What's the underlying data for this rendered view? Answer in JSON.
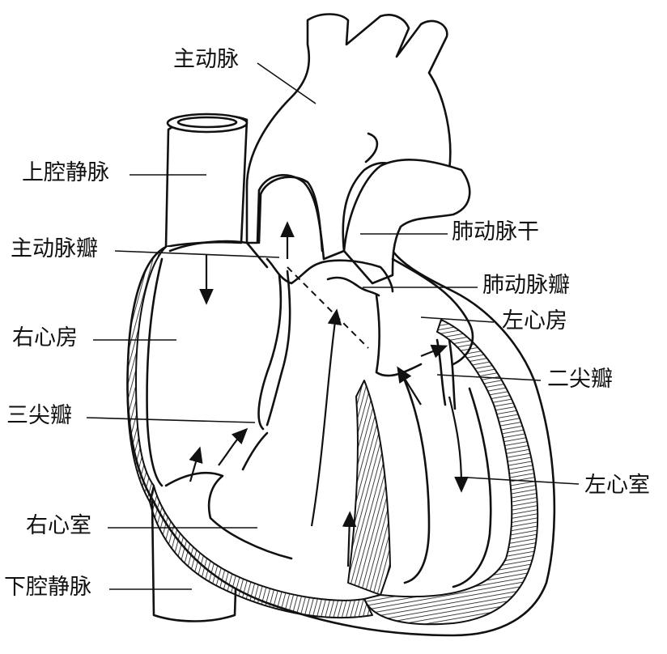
{
  "labels": {
    "aorta": "主动脉",
    "superior_vena_cava": "上腔静脉",
    "aortic_valve": "主动脉瓣",
    "right_atrium": "右心房",
    "tricuspid_valve": "三尖瓣",
    "right_ventricle": "右心室",
    "inferior_vena_cava": "下腔静脉",
    "pulmonary_trunk": "肺动脉干",
    "pulmonary_valve": "肺动脉瓣",
    "left_atrium": "左心房",
    "mitral_valve": "二尖瓣",
    "left_ventricle": "左心室"
  },
  "colors": {
    "ink": "#111111",
    "background": "#ffffff"
  }
}
